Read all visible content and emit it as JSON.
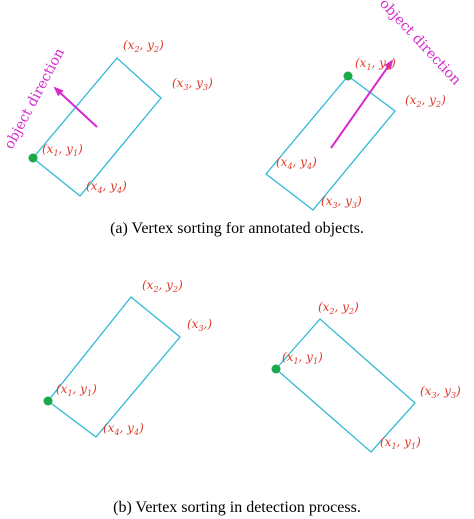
{
  "colors": {
    "box": "#2fb8d6",
    "vertex_label": "#e03a2a",
    "direction": "#d62ad0",
    "start_point": "#1aa84a",
    "caption": "#000000"
  },
  "direction_label": "object direction",
  "panel_a": {
    "caption": "(a)  Vertex sorting for annotated objects.",
    "left": {
      "labels": [
        {
          "id": "x1",
          "xs": "1",
          "ys": "1"
        },
        {
          "id": "x2",
          "xs": "2",
          "ys": "2"
        },
        {
          "id": "x3",
          "xs": "3",
          "ys": "3"
        },
        {
          "id": "x4",
          "xs": "4",
          "ys": "4"
        }
      ]
    },
    "right": {
      "labels": [
        {
          "id": "x1",
          "xs": "1",
          "ys": "1"
        },
        {
          "id": "x2",
          "xs": "2",
          "ys": "2"
        },
        {
          "id": "x3",
          "xs": "3",
          "ys": "3"
        },
        {
          "id": "x4",
          "xs": "4",
          "ys": "4"
        }
      ]
    }
  },
  "panel_b": {
    "caption": "(b)  Vertex sorting in detection process.",
    "left": {
      "labels": [
        {
          "id": "x1",
          "xs": "1",
          "ys": "1"
        },
        {
          "id": "x2",
          "xs": "2",
          "ys": "2"
        },
        {
          "id": "x3",
          "xs": "3",
          "ys": ""
        },
        {
          "id": "x4",
          "xs": "4",
          "ys": "4"
        }
      ]
    },
    "right": {
      "labels": [
        {
          "id": "x1",
          "xs": "1",
          "ys": "1"
        },
        {
          "id": "x2",
          "xs": "2",
          "ys": "2"
        },
        {
          "id": "x3",
          "xs": "3",
          "ys": "3"
        },
        {
          "id": "x4",
          "xs": "1",
          "ys": "1"
        }
      ]
    }
  }
}
